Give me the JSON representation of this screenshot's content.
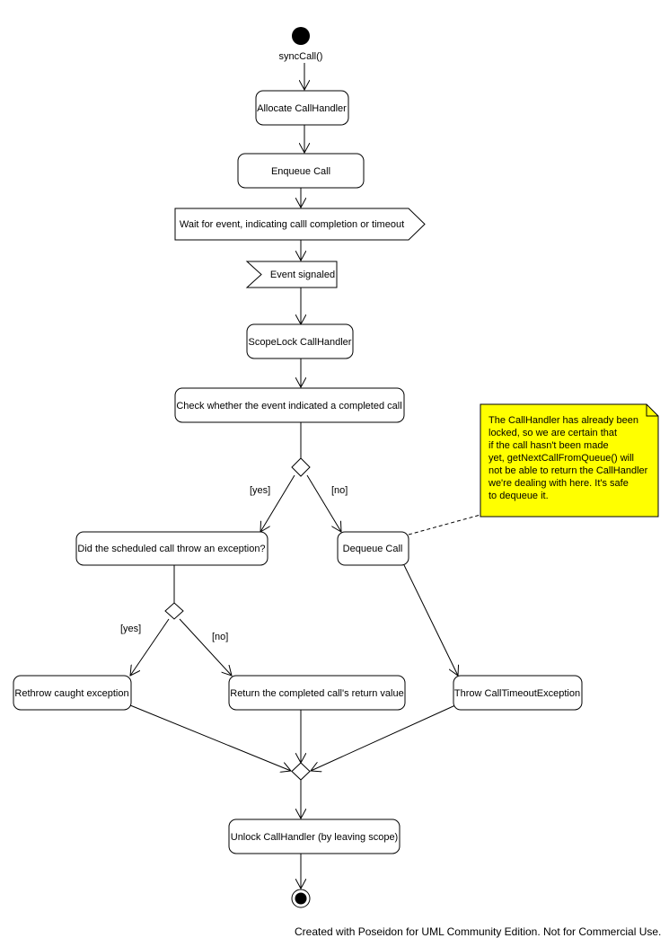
{
  "diagram": {
    "start_label": "syncCall()",
    "nodes": {
      "allocate": "Allocate CallHandler",
      "enqueue": "Enqueue Call",
      "wait": "Wait for event, indicating calll completion or timeout",
      "event": "Event signaled",
      "scopelock": "ScopeLock CallHandler",
      "check": "Check whether the event indicated a completed call",
      "did_throw": "Did the scheduled call throw an exception?",
      "dequeue": "Dequeue Call",
      "rethrow": "Rethrow caught exception",
      "return_value": "Return the completed call's return value",
      "throw_timeout": "Throw CallTimeoutException",
      "unlock": "Unlock CallHandler (by leaving scope)"
    },
    "guards": {
      "yes1": "[yes]",
      "no1": "[no]",
      "yes2": "[yes]",
      "no2": "[no]"
    },
    "note": {
      "lines": [
        "The CallHandler has already been",
        "locked, so we are certain that",
        "if the call hasn't been made",
        "yet, getNextCallFromQueue() will",
        "not be able to return the CallHandler",
        "we're dealing with here. It's safe",
        "to dequeue it."
      ],
      "color": "#ffff00"
    }
  },
  "footer": "Created with Poseidon for UML Community Edition. Not for Commercial Use."
}
